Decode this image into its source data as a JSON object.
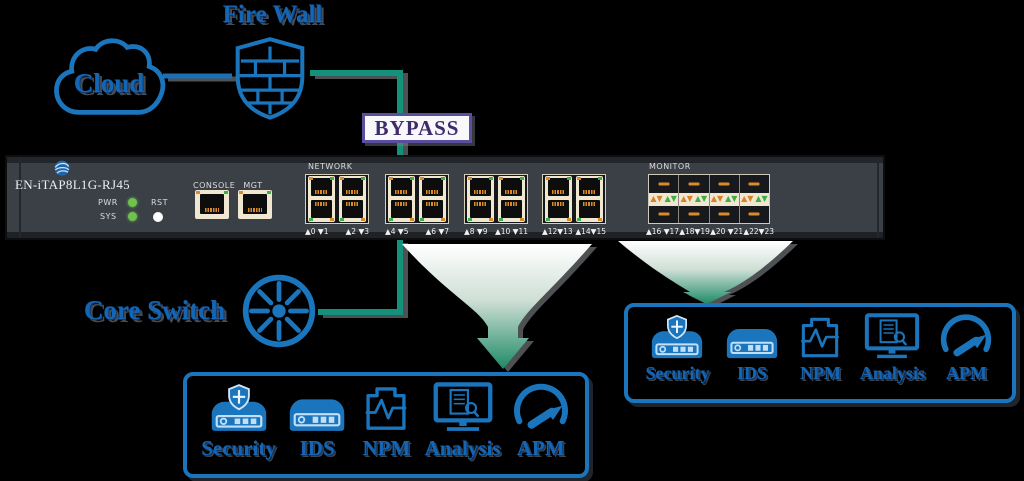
{
  "colors": {
    "accent_blue": "#1b75bc",
    "line_blue": "#1b6fb5",
    "line_teal": "#13917b",
    "funnel_green": "#1d8a66",
    "bypass_border": "#5a4f9e",
    "bypass_text": "#3d2b6b",
    "led_green": "#6fc24d",
    "port_beige": "#efe7cf",
    "pin_orange": "#d98a2a",
    "triangle_green": "#3fae49",
    "chassis_gray": "#3b4046"
  },
  "cloud": {
    "label": "Cloud"
  },
  "firewall": {
    "label": "Fire Wall"
  },
  "bypass": {
    "label": "BYPASS"
  },
  "core_switch": {
    "label": "Core Switch"
  },
  "device": {
    "model": "EN-iTAP8L1G-RJ45",
    "pwr_label": "PWR",
    "sys_label": "SYS",
    "rst_label": "RST",
    "console_label": "CONSOLE",
    "mgt_label": "MGT",
    "network_label": "NETWORK",
    "monitor_label": "MONITOR",
    "network_groups": [
      {
        "left": "▲0 ▼1",
        "right": "▲2 ▼3"
      },
      {
        "left": "▲4 ▼5",
        "right": "▲6 ▼7"
      },
      {
        "left": "▲8 ▼9",
        "right": "▲10 ▼11"
      },
      {
        "left": "▲12▼13",
        "right": "▲14▼15"
      }
    ],
    "monitor_port_labels": [
      "▲16 ▼17",
      "▲18▼19",
      "▲20 ▼21",
      "▲22▼23"
    ]
  },
  "boxes": {
    "bottom": {
      "items": [
        {
          "name": "security",
          "label": "Security"
        },
        {
          "name": "ids",
          "label": "IDS"
        },
        {
          "name": "npm",
          "label": "NPM"
        },
        {
          "name": "analysis",
          "label": "Analysis"
        },
        {
          "name": "apm",
          "label": "APM"
        }
      ]
    },
    "right": {
      "items": [
        {
          "name": "security",
          "label": "Security"
        },
        {
          "name": "ids",
          "label": "IDS"
        },
        {
          "name": "npm",
          "label": "NPM"
        },
        {
          "name": "analysis",
          "label": "Analysis"
        },
        {
          "name": "apm",
          "label": "APM"
        }
      ]
    }
  }
}
